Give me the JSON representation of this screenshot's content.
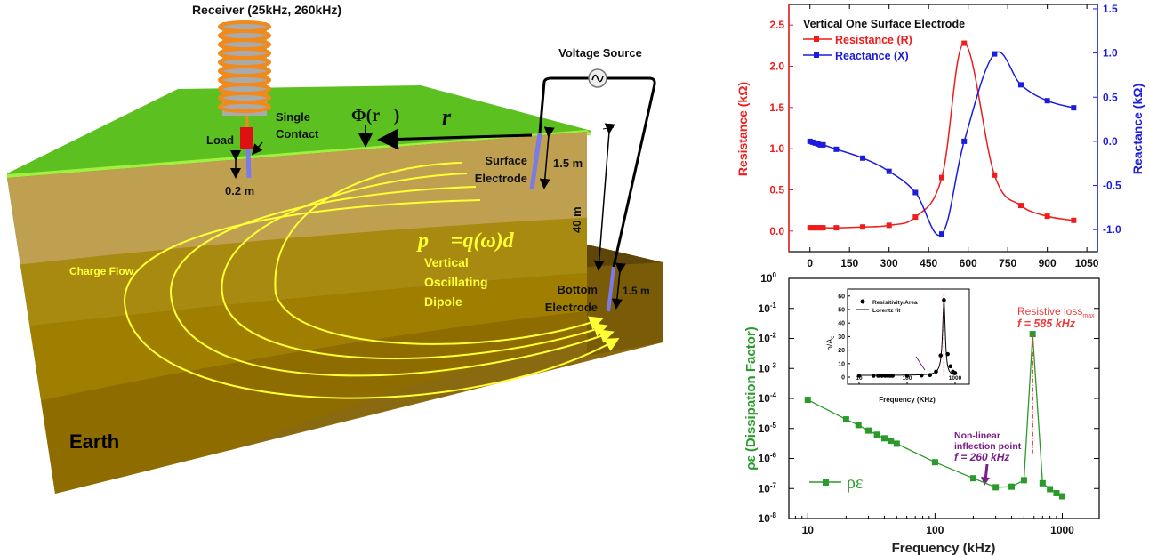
{
  "diagram": {
    "receiver": "Receiver (25kHz, 260kHz)",
    "voltage_source": "Voltage Source",
    "single_contact_1": "Single",
    "single_contact_2": "Contact",
    "load": "Load",
    "phi": "Φ(r⃗)",
    "r_vector": "r⃗",
    "depth_small": "0.2 m",
    "surface_electrode_1": "Surface",
    "surface_electrode_2": "Electrode",
    "surface_len": "1.5 m",
    "separation": "40 m",
    "bottom_electrode_1": "Bottom",
    "bottom_electrode_2": "Electrode",
    "bottom_len": "1.5 m",
    "dipole_eq": "p⃗ =q(ω)d",
    "dipole_1": "Vertical",
    "dipole_2": "Oscillating",
    "dipole_3": "Dipole",
    "charge_flow": "Charge Flow",
    "earth": "Earth"
  },
  "colors": {
    "resistance": "#ee1c1c",
    "reactance": "#1c1cdd",
    "rho_eps": "#2a9a2a",
    "annot_red": "#f03c3c",
    "annot_purple": "#7a1f8a"
  },
  "chart_data": [
    {
      "type": "line",
      "title": "Vertical One Surface Electrode",
      "xlabel": "",
      "ylabel": "Resistance (kΩ)",
      "y2label": "Reactance (kΩ)",
      "xlim": [
        -80,
        1090
      ],
      "ylim": [
        -0.25,
        2.75
      ],
      "y2lim": [
        -1.25,
        1.55
      ],
      "xticks": [
        "0",
        "150",
        "300",
        "450",
        "600",
        "750",
        "900",
        "1050"
      ],
      "yticks": [
        "0.0",
        "0.5",
        "1.0",
        "1.5",
        "2.0",
        "2.5"
      ],
      "y2ticks": [
        "-1.0",
        "-0.5",
        "0.0",
        "0.5",
        "1.0",
        "1.5"
      ],
      "legend": "top-left",
      "x": [
        0,
        10,
        20,
        30,
        40,
        50,
        100,
        200,
        300,
        400,
        500,
        585,
        700,
        800,
        900,
        1000
      ],
      "series": [
        {
          "name": "Resistance (R)",
          "axis": "left",
          "values": [
            0.04,
            0.04,
            0.04,
            0.04,
            0.04,
            0.04,
            0.04,
            0.05,
            0.07,
            0.17,
            0.65,
            2.28,
            0.68,
            0.31,
            0.18,
            0.13
          ]
        },
        {
          "name": "Reactance  (X)",
          "axis": "right",
          "values": [
            0.0,
            -0.01,
            -0.02,
            -0.03,
            -0.04,
            -0.04,
            -0.09,
            -0.19,
            -0.34,
            -0.58,
            -1.05,
            0.0,
            0.99,
            0.64,
            0.46,
            0.38
          ]
        }
      ]
    },
    {
      "type": "line",
      "xscale": "log",
      "yscale": "log",
      "xlabel": "Frequency (kHz)",
      "ylabel": "ρε (Dissipation Factor)",
      "xlim": [
        7.1,
        1950
      ],
      "ylim": [
        1e-08,
        1
      ],
      "xticks": [
        "10",
        "100",
        "1000"
      ],
      "yticks": [
        "10-8",
        "10-7",
        "10-6",
        "10-5",
        "10-4",
        "10-3",
        "10-2",
        "10-1",
        "100"
      ],
      "legend": "bottom-left",
      "x": [
        10,
        20,
        25,
        30,
        35,
        40,
        45,
        50,
        100,
        200,
        300,
        400,
        500,
        585,
        700,
        800,
        900,
        1000
      ],
      "series": [
        {
          "name": "ρε",
          "values": [
            9e-05,
            2e-05,
            1.3e-05,
            8.5e-06,
            6.2e-06,
            4.7e-06,
            3.9e-06,
            3.1e-06,
            7.5e-07,
            2.2e-07,
            1.1e-07,
            1.15e-07,
            1.9e-07,
            0.014,
            1.5e-07,
            9.5e-08,
            7e-08,
            5.5e-08
          ]
        }
      ],
      "annotations": [
        {
          "text1": "Resistive loss",
          "sub": "max",
          "text2": "f = 585 kHz",
          "x": 585
        },
        {
          "text1": "Non-linear",
          "text2": "inflection point",
          "text3": "f = 260 kHz",
          "x": 260
        }
      ],
      "inset": {
        "type": "scatter+line",
        "xscale": "log",
        "xlabel": "Frequency (KHz)",
        "ylabel": "ρ/A",
        "ylabel_sub": "c",
        "ylim": [
          -5,
          65
        ],
        "xticks": [
          "10",
          "100",
          "1000"
        ],
        "yticks": [
          "0",
          "10",
          "20",
          "30",
          "40",
          "50",
          "60"
        ],
        "legend": [
          "Resisitivity/Area",
          "Lorentz fit"
        ],
        "x": [
          10,
          20,
          25,
          30,
          35,
          40,
          45,
          50,
          100,
          200,
          300,
          400,
          500,
          585,
          700,
          800,
          900,
          1000
        ],
        "values": [
          1,
          1,
          1,
          1,
          1,
          1,
          1,
          1,
          1,
          1.2,
          1.5,
          4,
          16,
          57,
          17,
          8,
          4,
          3
        ]
      }
    }
  ]
}
